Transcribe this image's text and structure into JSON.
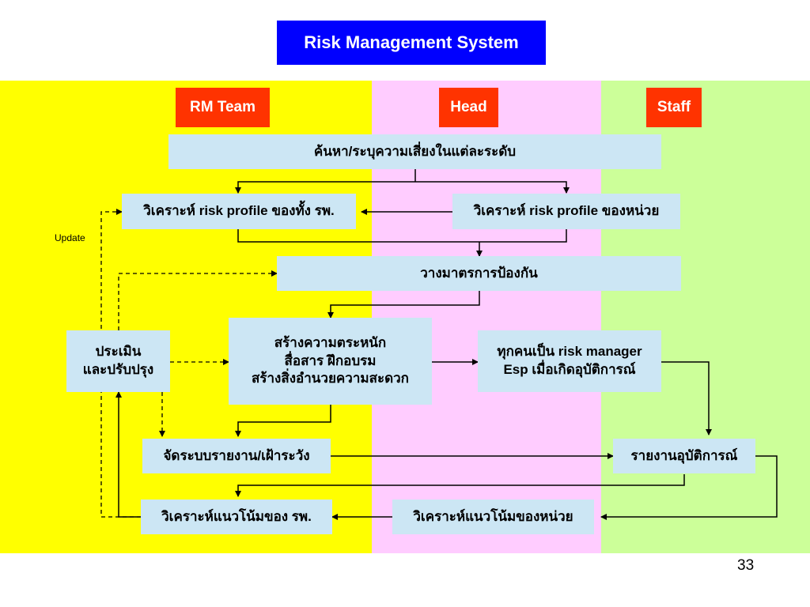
{
  "title": "Risk Management System",
  "lanes": {
    "rm_team": "RM Team",
    "head": "Head",
    "staff": "Staff"
  },
  "boxes": {
    "identify": "ค้นหา/ระบุความเสี่ยงในแต่ละระดับ",
    "analyze_hospital": "วิเคราะห์ risk profile ของทั้ง รพ.",
    "analyze_unit": "วิเคราะห์ risk profile ของหน่วย",
    "prevent": "วางมาตรการป้องกัน",
    "awareness": [
      "สร้างความตระหนัก",
      "สื่อสาร ฝึกอบรม",
      "สร้างสิ่งอำนวยความสะดวก"
    ],
    "risk_manager": [
      "ทุกคนเป็น risk manager",
      "Esp เมื่อเกิดอุบัติการณ์"
    ],
    "evaluate": [
      "ประเมิน",
      "และปรับปรุง"
    ],
    "reporting_system": "จัดระบบรายงาน/เฝ้าระวัง",
    "incident_report": "รายงานอุบัติการณ์",
    "trend_hospital": "วิเคราะห์แนวโน้มของ รพ.",
    "trend_unit": "วิเคราะห์แนวโน้มของหน่วย"
  },
  "update_label": "Update",
  "page_number": "33",
  "colors": {
    "title_bg": "#0000ff",
    "lane_label_bg": "#ff3300",
    "rm_band": "#ffff00",
    "head_band": "#ffccff",
    "staff_band": "#ccff99",
    "box_bg": "#cce6f4"
  }
}
